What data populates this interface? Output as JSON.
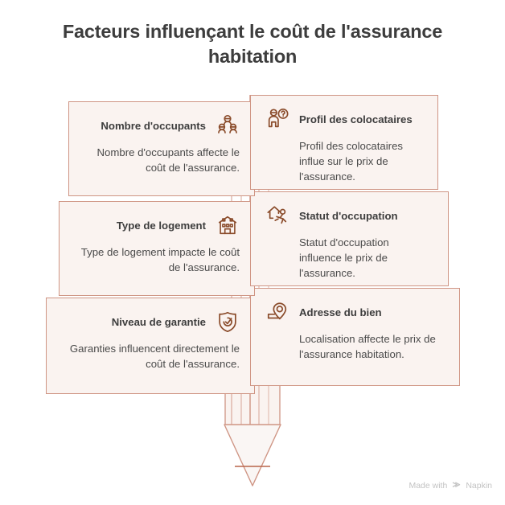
{
  "page": {
    "title": "Facteurs influençant le coût de l'assurance habitation",
    "background_color": "#ffffff",
    "accent_border_color": "#cf9584",
    "card_fill_color": "#faf3f0",
    "icon_color": "#8a4b2a",
    "title_color": "#3d3d3d"
  },
  "cards": {
    "left": [
      {
        "title": "Nombre d'occupants",
        "body": "Nombre d'occupants affecte le coût de l'assurance.",
        "icon": "group-of-people-icon"
      },
      {
        "title": "Type de logement",
        "body": "Type de logement impacte le coût de l'assurance.",
        "icon": "house-building-icon"
      },
      {
        "title": "Niveau de garantie",
        "body": "Garanties influencent directement le coût de l'assurance.",
        "icon": "shield-check-icon"
      }
    ],
    "right": [
      {
        "title": "Profil des colocataires",
        "body": "Profil des colocataires influe sur le prix de l'assurance.",
        "icon": "person-question-icon"
      },
      {
        "title": "Statut d'occupation",
        "body": "Statut d'occupation influence le prix de l'assurance.",
        "icon": "house-person-icon"
      },
      {
        "title": "Adresse du bien",
        "body": "Localisation affecte le prix de l'assurance habitation.",
        "icon": "map-pin-icon"
      }
    ]
  },
  "footer": {
    "made_with": "Made with",
    "brand": "Napkin",
    "logo_icon": "napkin-chevrons-icon"
  }
}
